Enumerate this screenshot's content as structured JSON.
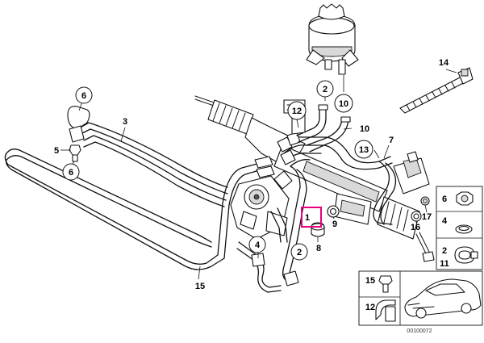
{
  "diagram": {
    "reference_number": "00100072",
    "highlighted_callout": "1",
    "highlight_color": "#e6007e",
    "callouts": [
      {
        "id": "c1",
        "label": "1"
      },
      {
        "id": "c2a",
        "label": "2"
      },
      {
        "id": "c2b",
        "label": "2"
      },
      {
        "id": "c3",
        "label": "3"
      },
      {
        "id": "c4",
        "label": "4"
      },
      {
        "id": "c5",
        "label": "5"
      },
      {
        "id": "c6a",
        "label": "6"
      },
      {
        "id": "c6b",
        "label": "6"
      },
      {
        "id": "c7",
        "label": "7"
      },
      {
        "id": "c8",
        "label": "8"
      },
      {
        "id": "c9",
        "label": "9"
      },
      {
        "id": "c10",
        "label": "10"
      },
      {
        "id": "c11",
        "label": "11"
      },
      {
        "id": "c12",
        "label": "12"
      },
      {
        "id": "c13",
        "label": "13"
      },
      {
        "id": "c14",
        "label": "14"
      },
      {
        "id": "c15",
        "label": "15"
      },
      {
        "id": "c16",
        "label": "16"
      },
      {
        "id": "c17",
        "label": "17"
      }
    ],
    "legend": [
      {
        "label": "6"
      },
      {
        "label": "4"
      },
      {
        "label": "2"
      },
      {
        "label": "11"
      },
      {
        "label": "15"
      },
      {
        "label": "12"
      }
    ]
  }
}
